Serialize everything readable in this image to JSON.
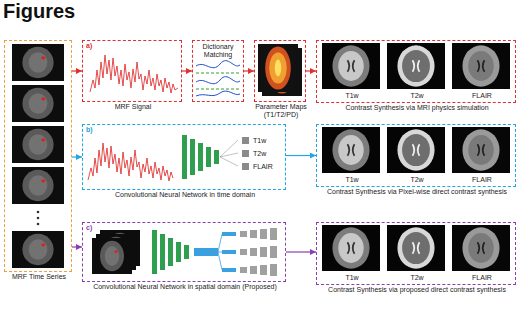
{
  "diagram": {
    "title": "Figures",
    "nodes": [
      {
        "text": [
          "MRF Time Series"
        ]
      },
      {
        "text": [
          "a)",
          "MRF Signal"
        ]
      },
      {
        "text": [
          "Dictionary Matching"
        ]
      },
      {
        "text": [
          "Parameter Maps (T1/T2/PD)"
        ]
      },
      {
        "text": [
          "T1w",
          "T2w",
          "FLAIR",
          "Contrast Synthesis via MRI physics simulation"
        ]
      },
      {
        "text": [
          "b)",
          "T1w",
          "T2w",
          "FLAIR",
          "Convolutional Neural Network in time domain"
        ]
      },
      {
        "text": [
          "T1w",
          "T2w",
          "FLAIR",
          "Contrast Synthesis via Pixel-wise direct contrast synthesis"
        ]
      },
      {
        "text": [
          "c)",
          "Convolutional Neural Network in spatial domain (Proposed)"
        ]
      },
      {
        "text": [
          "T1w",
          "T2w",
          "FLAIR",
          "Contrast Synthesis via proposed direct contrast synthesis"
        ]
      }
    ],
    "edges": [
      {
        "from": 0,
        "to": 1,
        "arrow": "to"
      },
      {
        "from": 1,
        "to": 2,
        "arrow": "to"
      },
      {
        "from": 2,
        "to": 3,
        "arrow": "to"
      },
      {
        "from": 3,
        "to": 4,
        "arrow": "to"
      },
      {
        "from": 0,
        "to": 5,
        "arrow": "to"
      },
      {
        "from": 5,
        "to": 6,
        "arrow": "to"
      },
      {
        "from": 0,
        "to": 7,
        "arrow": "to"
      },
      {
        "from": 7,
        "to": 8,
        "arrow": "to"
      }
    ]
  }
}
